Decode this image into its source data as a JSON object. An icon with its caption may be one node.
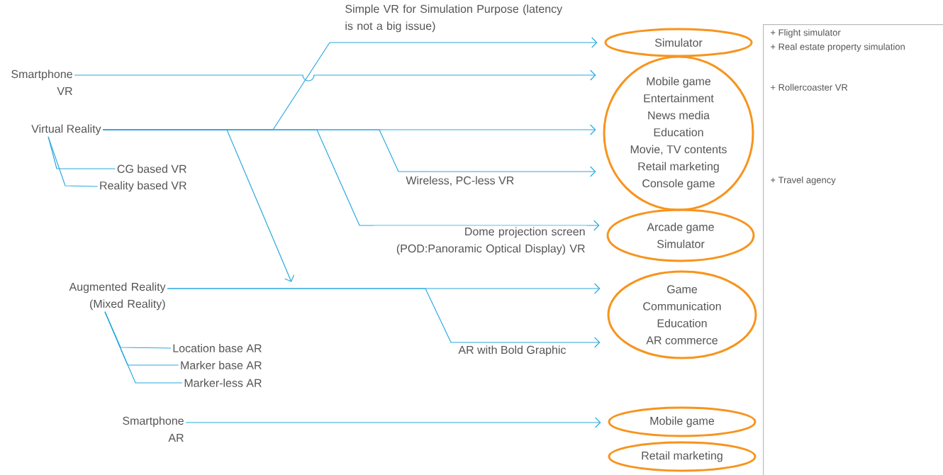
{
  "diagram": {
    "nodes": [
      {
        "text": [
          "Smartphone VR"
        ]
      },
      {
        "text": [
          "Virtual Reality"
        ]
      },
      {
        "text": [
          "CG based VR"
        ]
      },
      {
        "text": [
          "Reality based VR"
        ]
      },
      {
        "text": [
          "Augmented Reality (Mixed Reality)"
        ]
      },
      {
        "text": [
          "Location base AR"
        ]
      },
      {
        "text": [
          "Marker base AR"
        ]
      },
      {
        "text": [
          "Marker-less AR"
        ]
      },
      {
        "text": [
          "Smartphone AR"
        ]
      },
      {
        "text": [
          "Simulator"
        ]
      },
      {
        "text": [
          "Mobile game",
          "Entertainment",
          "News media",
          "Education",
          "Movie, TV contents",
          "Retail marketing",
          "Console game"
        ]
      },
      {
        "text": [
          "Arcade game",
          "Simulator"
        ]
      },
      {
        "text": [
          "Game",
          "Communication",
          "Education",
          "AR commerce"
        ]
      },
      {
        "text": [
          "Mobile game"
        ]
      },
      {
        "text": [
          "Retail marketing"
        ]
      },
      {
        "text": [
          "+ Flight simulator",
          "+ Real estate property simulation",
          "+ Rollercoaster VR",
          "+ Travel agency"
        ]
      }
    ],
    "edges": [
      {
        "from": 0,
        "to": 10,
        "arrow": "to"
      },
      {
        "from": 1,
        "to": 9,
        "arrow": "to",
        "label": "Simple VR for Simulation Purpose (latency is not a big issue)"
      },
      {
        "from": 1,
        "to": 10,
        "arrow": "to"
      },
      {
        "from": 1,
        "to": 10,
        "arrow": "to",
        "label": "Wireless, PC-less VR"
      },
      {
        "from": 1,
        "to": 11,
        "arrow": "to",
        "label": "Dome projection screen (POD:Panoramic Optical Display) VR"
      },
      {
        "from": 1,
        "to": null,
        "arrow": "to"
      },
      {
        "from": 1,
        "to": 2,
        "arrow": "none"
      },
      {
        "from": 1,
        "to": 3,
        "arrow": "none"
      },
      {
        "from": 4,
        "to": 12,
        "arrow": "to"
      },
      {
        "from": 4,
        "to": 12,
        "arrow": "to",
        "label": "AR with Bold Graphic"
      },
      {
        "from": 4,
        "to": 5,
        "arrow": "none"
      },
      {
        "from": 4,
        "to": 6,
        "arrow": "none"
      },
      {
        "from": 4,
        "to": 7,
        "arrow": "none"
      },
      {
        "from": 8,
        "to": 13,
        "arrow": "to"
      }
    ]
  }
}
